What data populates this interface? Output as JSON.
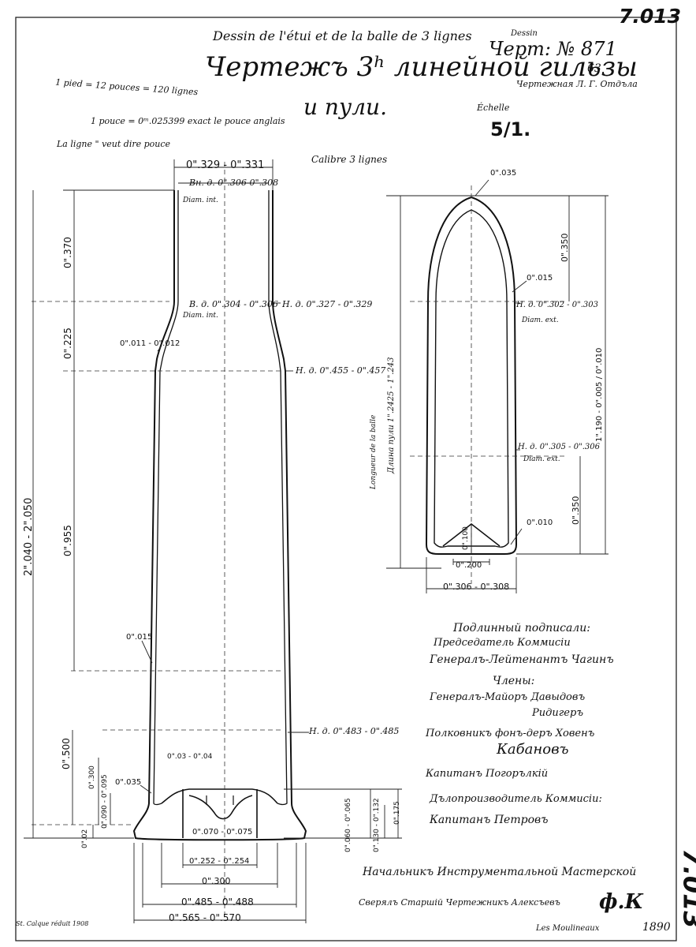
{
  "sheet": {
    "code_top": "7.013",
    "code_side": "7.013",
    "title_french": "Dessin de l'étui et de la balle de 3 lignes",
    "title_russian_line1": "Чертежъ 3ʰ линейной гильзы",
    "title_russian_line2": "и пули.",
    "dessin_label": "Dessin",
    "chert_label": "Черт: № 871",
    "chert_sub": "63",
    "office": "Чертежная Л. Г. Отдъла",
    "scale_label": "Échelle",
    "scale_value": "5/1.",
    "caliber": "Calibre 3 lignes",
    "note1": "1 pied = 12 pouces = 120 lignes",
    "note2": "1 pouce = 0ᵐ.025399 exact le pouce anglais",
    "note3": "La ligne \" veut dire pouce",
    "stamp_left": "St. Calque réduit 1908",
    "stamp_right": "Les Moulineaux",
    "year": "1890"
  },
  "case_dims": {
    "mouth_outer": "0\".329 - 0\".331",
    "mouth_inner": "Вн. д. 0\".306-0\".308",
    "diam_int_1": "Diam. int.",
    "len_neck": "0\".370",
    "neck_inner": "В. д. 0\".304 - 0\".306",
    "diam_int_2": "Diam. int.",
    "neck_outer": "Н. д. 0\".327 - 0\".329",
    "len_shoulder": "0\".225",
    "shoulder_wall": "0\".011 - 0\".012",
    "shoulder_outer": "Н. д. 0\".455 - 0\".457",
    "total_len": "2\".040 - 2\".050",
    "len_body": "0\".955",
    "radius": "0\".015",
    "base_outer": "Н. д. 0\".483 - 0\".485",
    "len_lower": "0\".500",
    "d_03_04": "0\".03 - 0\".04",
    "d_0300": "0\".300",
    "d_0035": "0\".035",
    "d_0095": "0\".090 - 0\".095",
    "d_002": "0\".02",
    "d_0070": "0\".070 - 0\".075",
    "d_0065": "0\".060 - 0\".065",
    "d_0132": "0\".130 - 0\".132",
    "d_0175": "0\".175",
    "d_0254": "0\".252 - 0\".254",
    "d_0300b": "0\".300",
    "d_0488": "0\".485 - 0\".488",
    "d_0570": "0\".565 - 0\".570"
  },
  "bullet_dims": {
    "tip": "0\".035",
    "len_ogive": "0\".350",
    "radius": "0\".015",
    "outer_top": "Н. д. 0\".302 - 0\".303",
    "diam_ext_1": "Diam. ext.",
    "total_len": "1\".190 - 0\".005 / 0\".010",
    "long_label_1": "Longueur de la balle",
    "long_label_2": "Длина пули 1\".2425 - 1\".243",
    "outer_low": "Н. д. 0\".305 - 0\".306",
    "diam_ext_2": "Diam. ext.",
    "len_lower": "0\".350",
    "base_r": "0\".010",
    "cavity_h": "0\".100",
    "cavity_w": "0\".200",
    "base_w": "0\".306 - 0\".308"
  },
  "signatures": {
    "header": "Подлинный подписали:",
    "chair_title": "Председатель Коммисіи",
    "chair_name": "Генералъ-Лейтенантъ Чагинъ",
    "members": "Члены:",
    "m1": "Генералъ-Майоръ Давыдовъ",
    "m2": "Ридигеръ",
    "m3": "Полковникъ фонъ-деръ Ховенъ",
    "m4": "Кабановъ",
    "m5": "Капитанъ Погорълкій",
    "clerk_title": "Дълопроизводитель Коммисіи:",
    "clerk_name": "Капитанъ Петровъ",
    "workshop": "Начальникъ Инструментальной Мастерской",
    "checker": "Сверялъ Старшій Чертежникъ Алексъевъ",
    "signature_mark": "ф.К"
  }
}
